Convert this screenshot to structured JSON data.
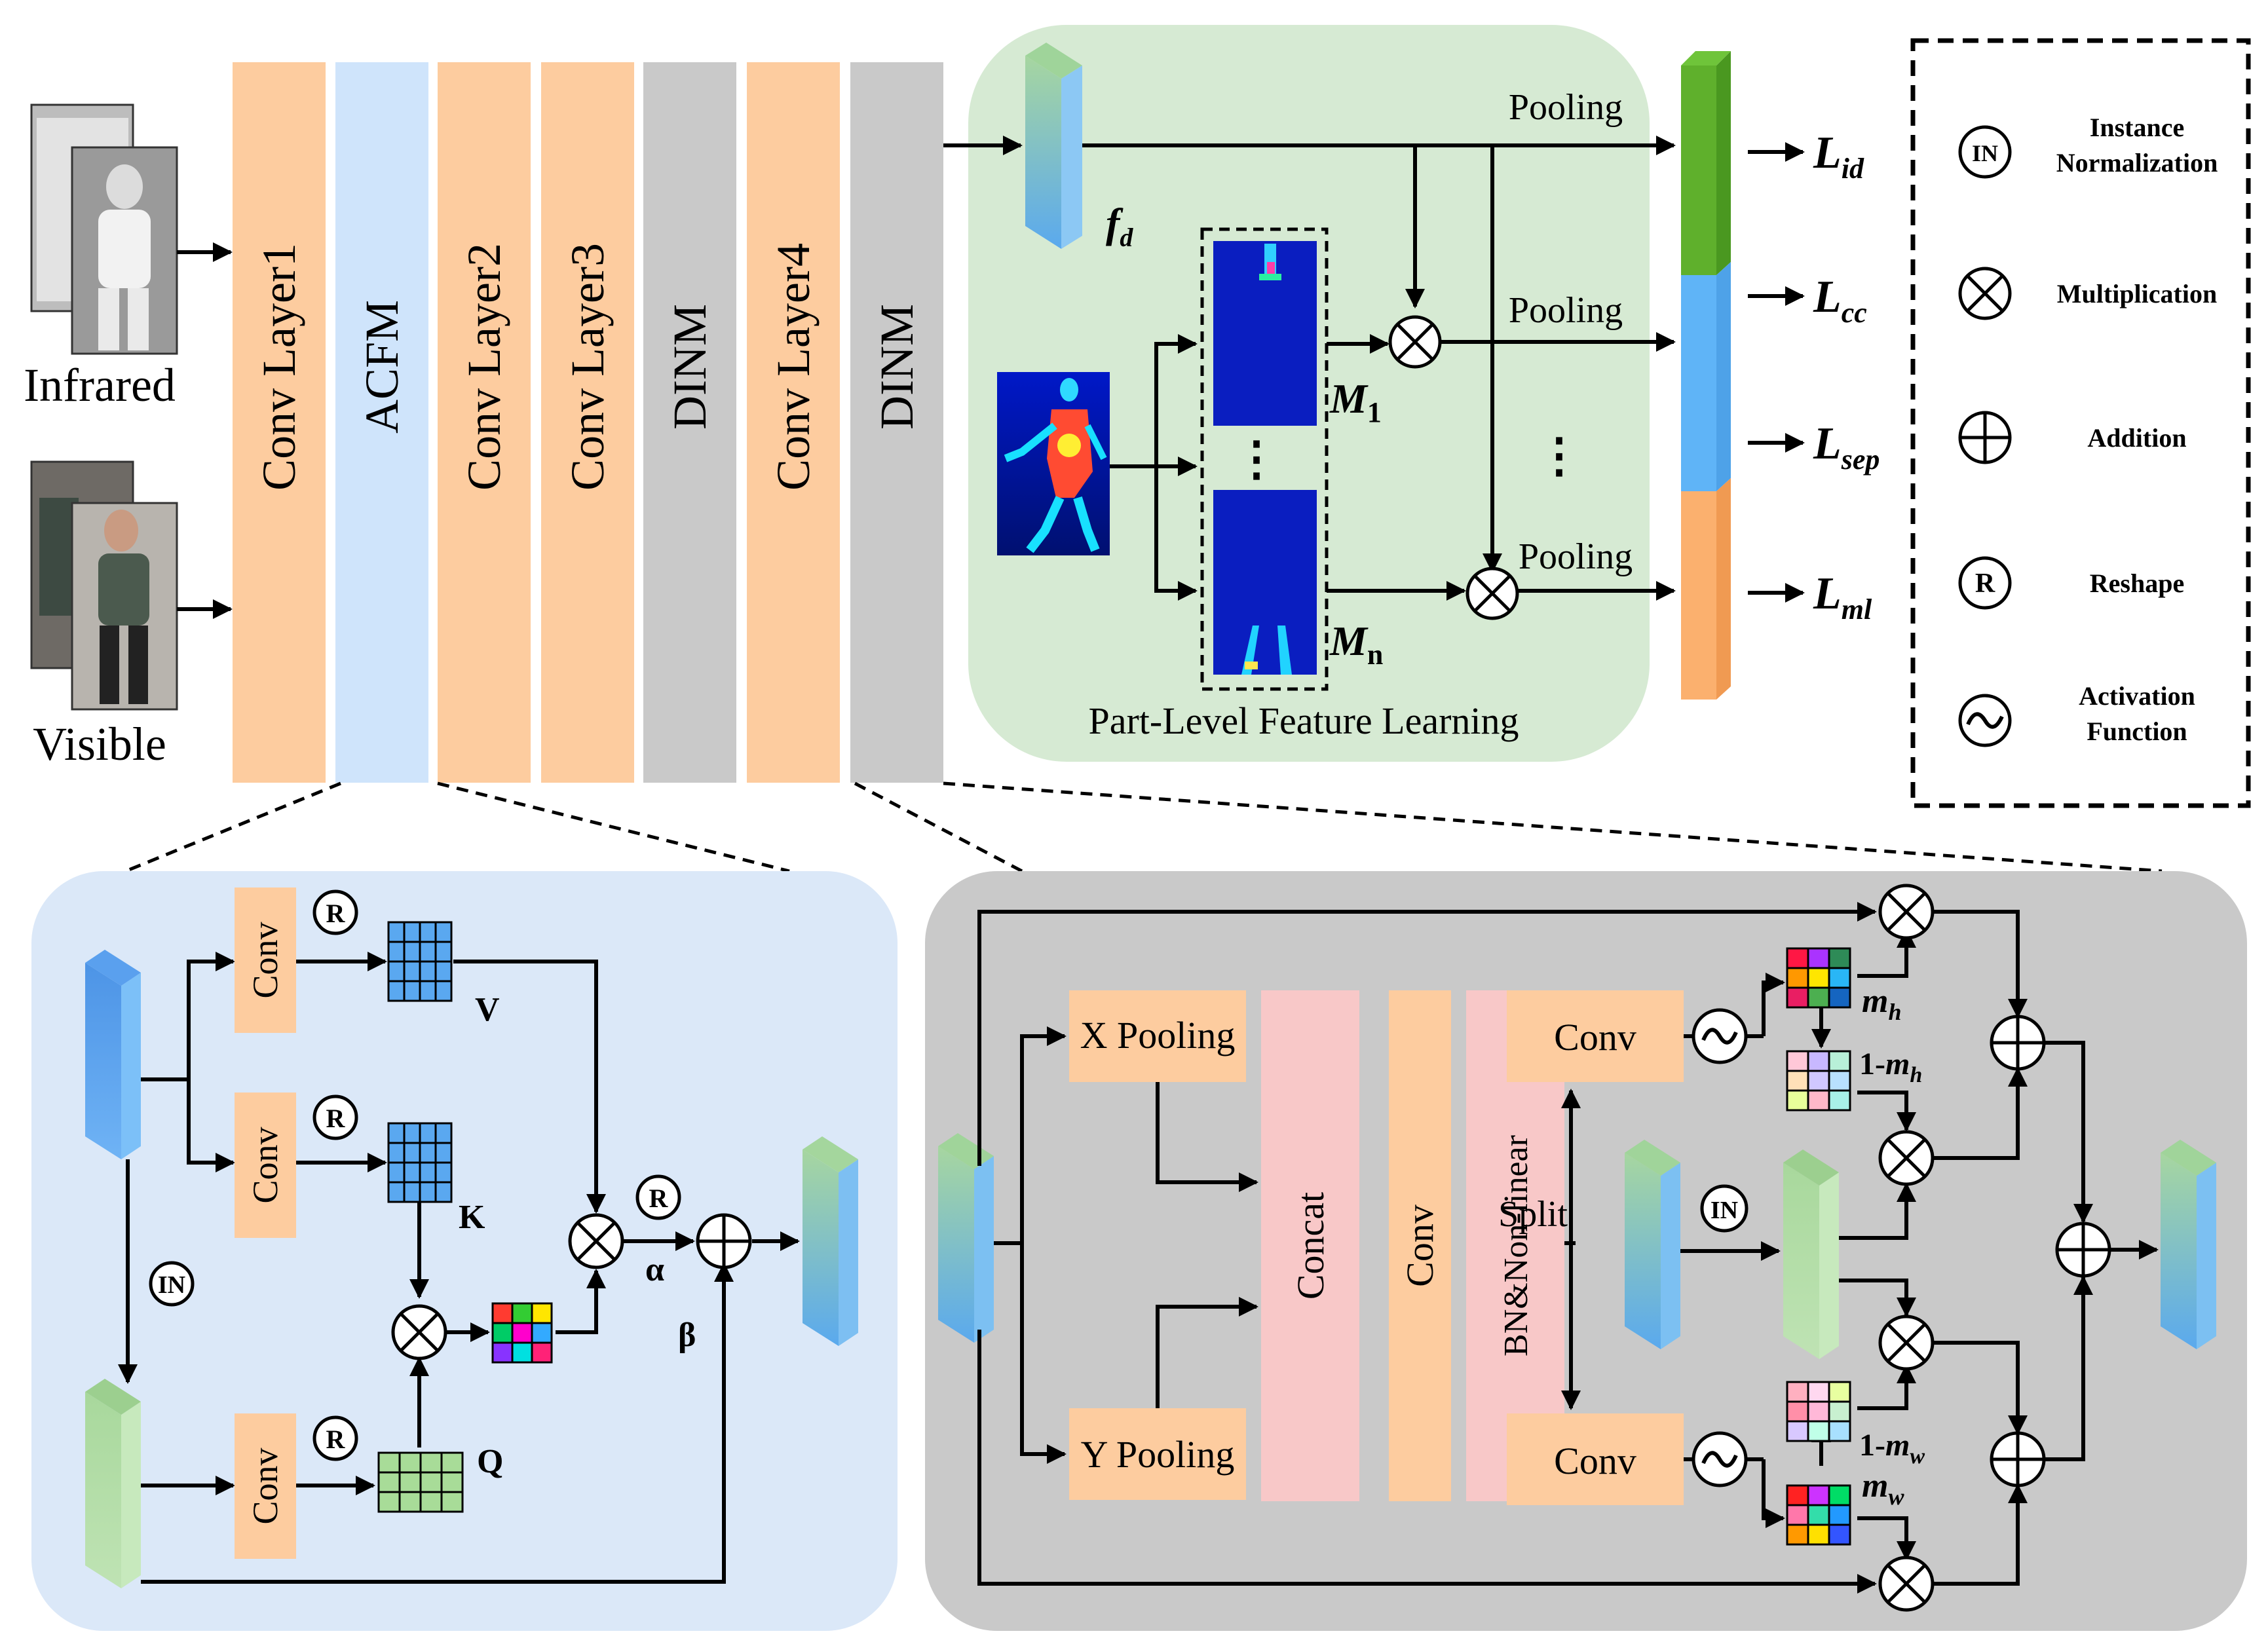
{
  "inputs": {
    "infrared": "Infrared",
    "visible": "Visible"
  },
  "backbone": [
    {
      "label": "Conv Layer1",
      "color": "#fdcc9f"
    },
    {
      "label": "ACFM",
      "color": "#cfe4fb"
    },
    {
      "label": "Conv Layer2",
      "color": "#fdcc9f"
    },
    {
      "label": "Conv Layer3",
      "color": "#fdcc9f"
    },
    {
      "label": "DINM",
      "color": "#c9c9c9"
    },
    {
      "label": "Conv Layer4",
      "color": "#fdcc9f"
    },
    {
      "label": "DINM",
      "color": "#c9c9c9"
    }
  ],
  "part": {
    "title": "Part-Level Feature Learning",
    "pooling": [
      "Pooling",
      "Pooling",
      "Pooling"
    ],
    "fd": "f",
    "fd_sub": "d",
    "m1": "M",
    "m1_sub": "1",
    "mn": "M",
    "mn_sub": "n",
    "dots": "⋮",
    "bg": "#d6ead3"
  },
  "losses": [
    {
      "main": "L",
      "sub": "id"
    },
    {
      "main": "L",
      "sub": "cc"
    },
    {
      "main": "L",
      "sub": "sep"
    },
    {
      "main": "L",
      "sub": "ml"
    }
  ],
  "legend": [
    {
      "sym": "IN",
      "text1": "Instance",
      "text2": "Normalization"
    },
    {
      "sym": "mul",
      "text1": "Multiplication",
      "text2": ""
    },
    {
      "sym": "add",
      "text1": "Addition",
      "text2": ""
    },
    {
      "sym": "R",
      "text1": "Reshape",
      "text2": ""
    },
    {
      "sym": "act",
      "text1": "Activation",
      "text2": "Function"
    }
  ],
  "acfm": {
    "bg": "#dbe8f8",
    "conv": [
      "Conv",
      "Conv",
      "Conv"
    ],
    "r": "R",
    "in": "IN",
    "v": "V",
    "k": "K",
    "q": "Q",
    "alpha": "α",
    "beta": "β"
  },
  "dinm": {
    "bg": "#c9c9c9",
    "xpool": "X Pooling",
    "ypool": "Y Pooling",
    "concat": "Concat",
    "conv": "Conv",
    "bn": "BN&Non-linear",
    "split": "Split",
    "conv_top": "Conv",
    "conv_bot": "Conv",
    "in": "IN",
    "mh": "m",
    "mh_sub": "h",
    "one_mh": "1-",
    "one_mh_m": "m",
    "one_mh_sub": "h",
    "mw": "m",
    "mw_sub": "w",
    "one_mw": "1-",
    "one_mw_m": "m",
    "one_mw_sub": "w"
  }
}
